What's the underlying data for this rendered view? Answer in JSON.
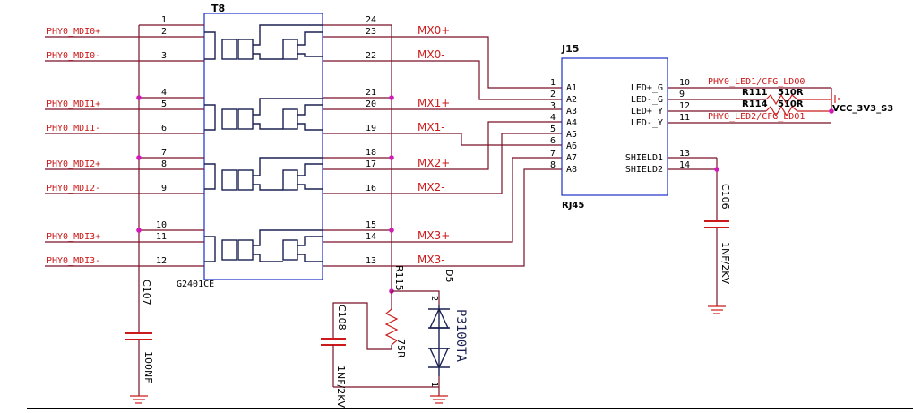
{
  "transformer": {
    "ref": "T8",
    "part": "G2401CE",
    "left_pins": [
      "1",
      "2",
      "3",
      "4",
      "5",
      "6",
      "7",
      "8",
      "9",
      "10",
      "11",
      "12"
    ],
    "right_pins": [
      "24",
      "23",
      "22",
      "21",
      "20",
      "19",
      "18",
      "17",
      "16",
      "15",
      "14",
      "13"
    ]
  },
  "phy_nets": [
    "PHY0_MDI0+",
    "PHY0_MDI0-",
    "PHY0_MDI1+",
    "PHY0_MDI1-",
    "PHY0_MDI2+",
    "PHY0_MDI2-",
    "PHY0_MDI3+",
    "PHY0_MDI3-"
  ],
  "mx_nets": [
    "MX0+",
    "MX0-",
    "MX1+",
    "MX1-",
    "MX2+",
    "MX2-",
    "MX3+",
    "MX3-"
  ],
  "connector": {
    "ref": "J15",
    "type": "RJ45",
    "left_pin_numbers": [
      "1",
      "2",
      "3",
      "4",
      "5",
      "6",
      "7",
      "8"
    ],
    "left_pin_names": [
      "A1",
      "A2",
      "A3",
      "A4",
      "A5",
      "A6",
      "A7",
      "A8"
    ],
    "right_pin_numbers": [
      "10",
      "9",
      "12",
      "11",
      "13",
      "14"
    ],
    "right_pin_names": [
      "LED+_G",
      "LED-_G",
      "LED+_Y",
      "LED-_Y",
      "SHIELD1",
      "SHIELD2"
    ]
  },
  "led_nets": {
    "led1": "PHY0_LED1/CFG_LDO0",
    "led2": "PHY0_LED2/CFG_LDO1",
    "vcc": "VCC_3V3_S3"
  },
  "resistors": {
    "r111_ref": "R111",
    "r111_val": "510R",
    "r114_ref": "R114",
    "r114_val": "510R",
    "r115_ref": "R115",
    "r115_val": "75R"
  },
  "capacitors": {
    "c106_ref": "C106",
    "c106_val": "1NF/2KV",
    "c107_ref": "C107",
    "c107_val": "100NF",
    "c108_ref": "C108",
    "c108_val": "1NF/2KV"
  },
  "diode": {
    "ref": "D5",
    "part": "P3100TA",
    "pin_top": "2",
    "pin_bottom": "1"
  }
}
